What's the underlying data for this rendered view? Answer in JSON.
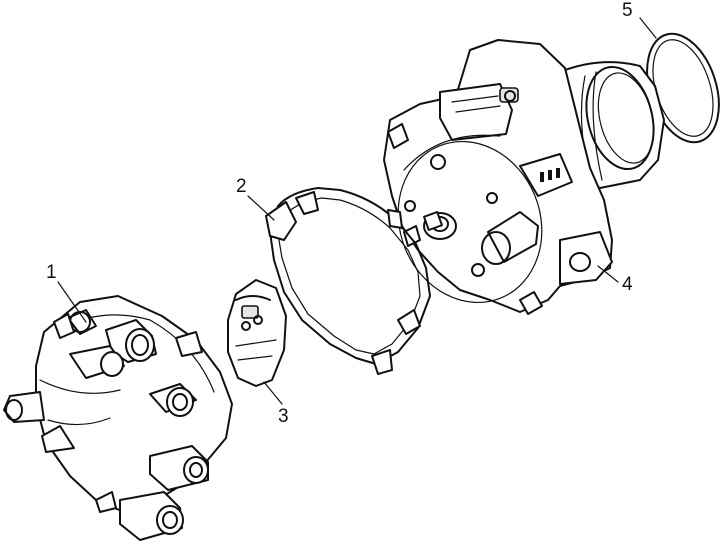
{
  "diagram": {
    "parts": [
      {
        "id": "distributor-cap",
        "callout": "1"
      },
      {
        "id": "gasket",
        "callout": "2"
      },
      {
        "id": "rotor",
        "callout": "3"
      },
      {
        "id": "distributor-housing",
        "callout": "4"
      },
      {
        "id": "o-ring",
        "callout": "5"
      }
    ]
  }
}
